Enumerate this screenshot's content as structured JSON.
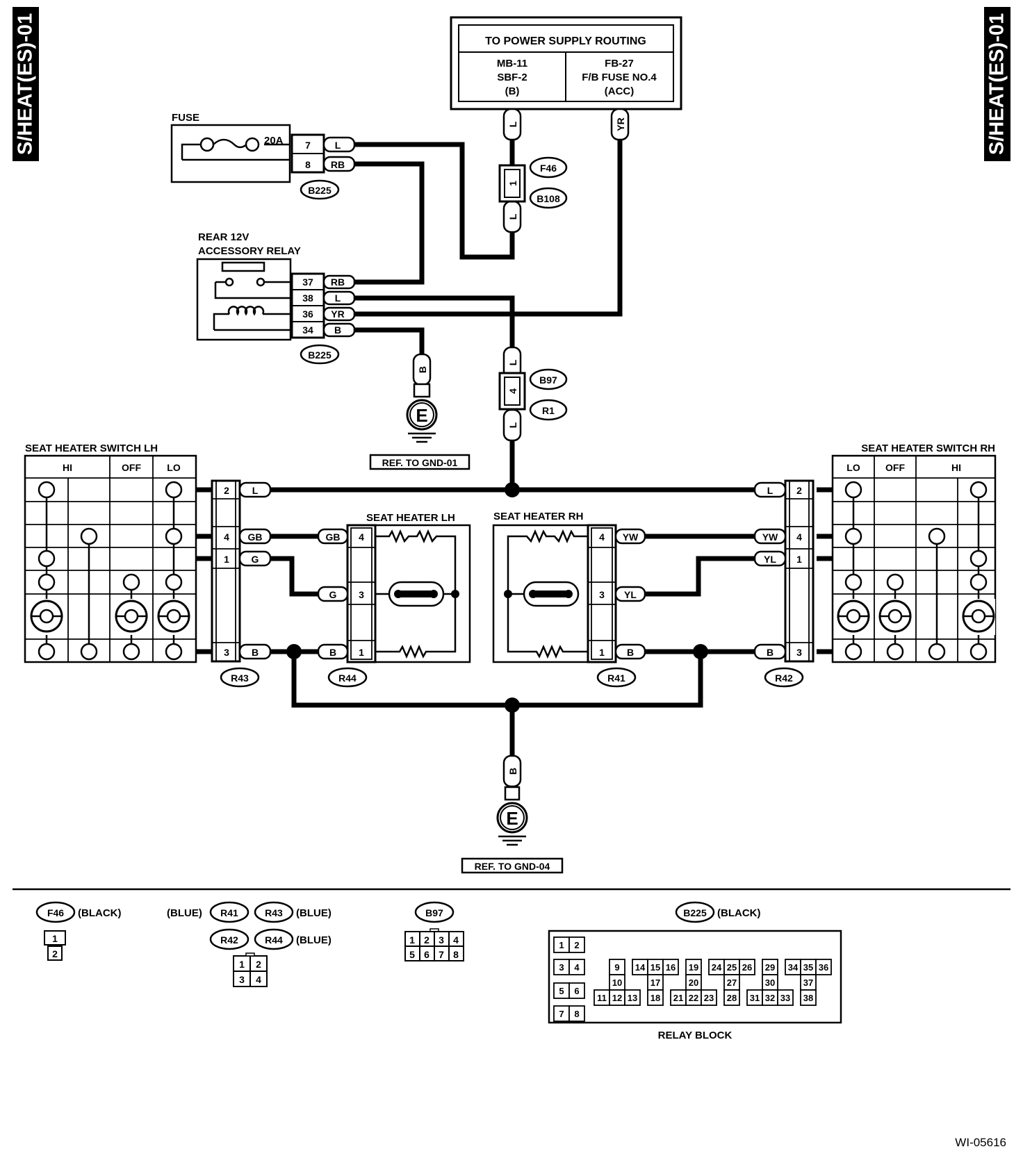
{
  "page_tag": "S/HEAT(ES)-01",
  "figure_id": "WI-05616",
  "power_routing": {
    "title": "TO POWER SUPPLY ROUTING",
    "left": [
      "MB-11",
      "SBF-2",
      "(B)"
    ],
    "right": [
      "FB-27",
      "F/B FUSE NO.4",
      "(ACC)"
    ]
  },
  "fuse": {
    "label": "FUSE",
    "rating": "20A"
  },
  "relay": {
    "label_line1": "REAR 12V",
    "label_line2": "ACCESSORY RELAY"
  },
  "b225_upper_pins": [
    {
      "pin": "7",
      "wire": "L"
    },
    {
      "pin": "8",
      "wire": "RB"
    }
  ],
  "b225_lower_pins": [
    {
      "pin": "37",
      "wire": "RB"
    },
    {
      "pin": "38",
      "wire": "L"
    },
    {
      "pin": "36",
      "wire": "YR"
    },
    {
      "pin": "34",
      "wire": "B"
    }
  ],
  "connectors": {
    "b225": "B225",
    "f46": "F46",
    "b108": "B108",
    "b97": "B97",
    "r1": "R1",
    "r43": "R43",
    "r44": "R44",
    "r41": "R41",
    "r42": "R42"
  },
  "wires": {
    "l": "L",
    "yr": "YR",
    "b": "B",
    "gb": "GB",
    "g": "G",
    "yw": "YW",
    "yl": "YL"
  },
  "pins": {
    "p1": "1",
    "p2": "2",
    "p3": "3",
    "p4": "4"
  },
  "ground": {
    "symbol": "E",
    "ref1": "REF. TO GND-01",
    "ref2": "REF. TO GND-04"
  },
  "switch_lh": {
    "title": "SEAT HEATER SWITCH LH",
    "cols": [
      "HI",
      "OFF",
      "LO"
    ]
  },
  "switch_rh": {
    "title": "SEAT HEATER SWITCH RH",
    "cols": [
      "LO",
      "OFF",
      "HI"
    ]
  },
  "heater_lh": {
    "title": "SEAT HEATER LH"
  },
  "heater_rh": {
    "title": "SEAT HEATER RH"
  },
  "legend": {
    "f46": {
      "name": "F46",
      "color": "(BLACK)",
      "pins": [
        "1",
        "2"
      ]
    },
    "blue": "(BLUE)",
    "r41": "R41",
    "r43": "R43",
    "r42": "R42",
    "r44": "R44",
    "r_pins": [
      "1",
      "2",
      "3",
      "4"
    ],
    "b97": {
      "name": "B97",
      "pins": [
        "1",
        "2",
        "3",
        "4",
        "5",
        "6",
        "7",
        "8"
      ]
    },
    "b225": {
      "name": "B225",
      "color": "(BLACK)"
    },
    "relay_block_label": "RELAY BLOCK",
    "relay_block_numbers": [
      "1",
      "2",
      "3",
      "4",
      "5",
      "6",
      "7",
      "8",
      "9",
      "10",
      "11",
      "12",
      "13",
      "14",
      "15",
      "16",
      "17",
      "18",
      "19",
      "20",
      "21",
      "22",
      "23",
      "24",
      "25",
      "26",
      "27",
      "28",
      "29",
      "30",
      "31",
      "32",
      "33",
      "34",
      "35",
      "36",
      "37",
      "38"
    ]
  }
}
